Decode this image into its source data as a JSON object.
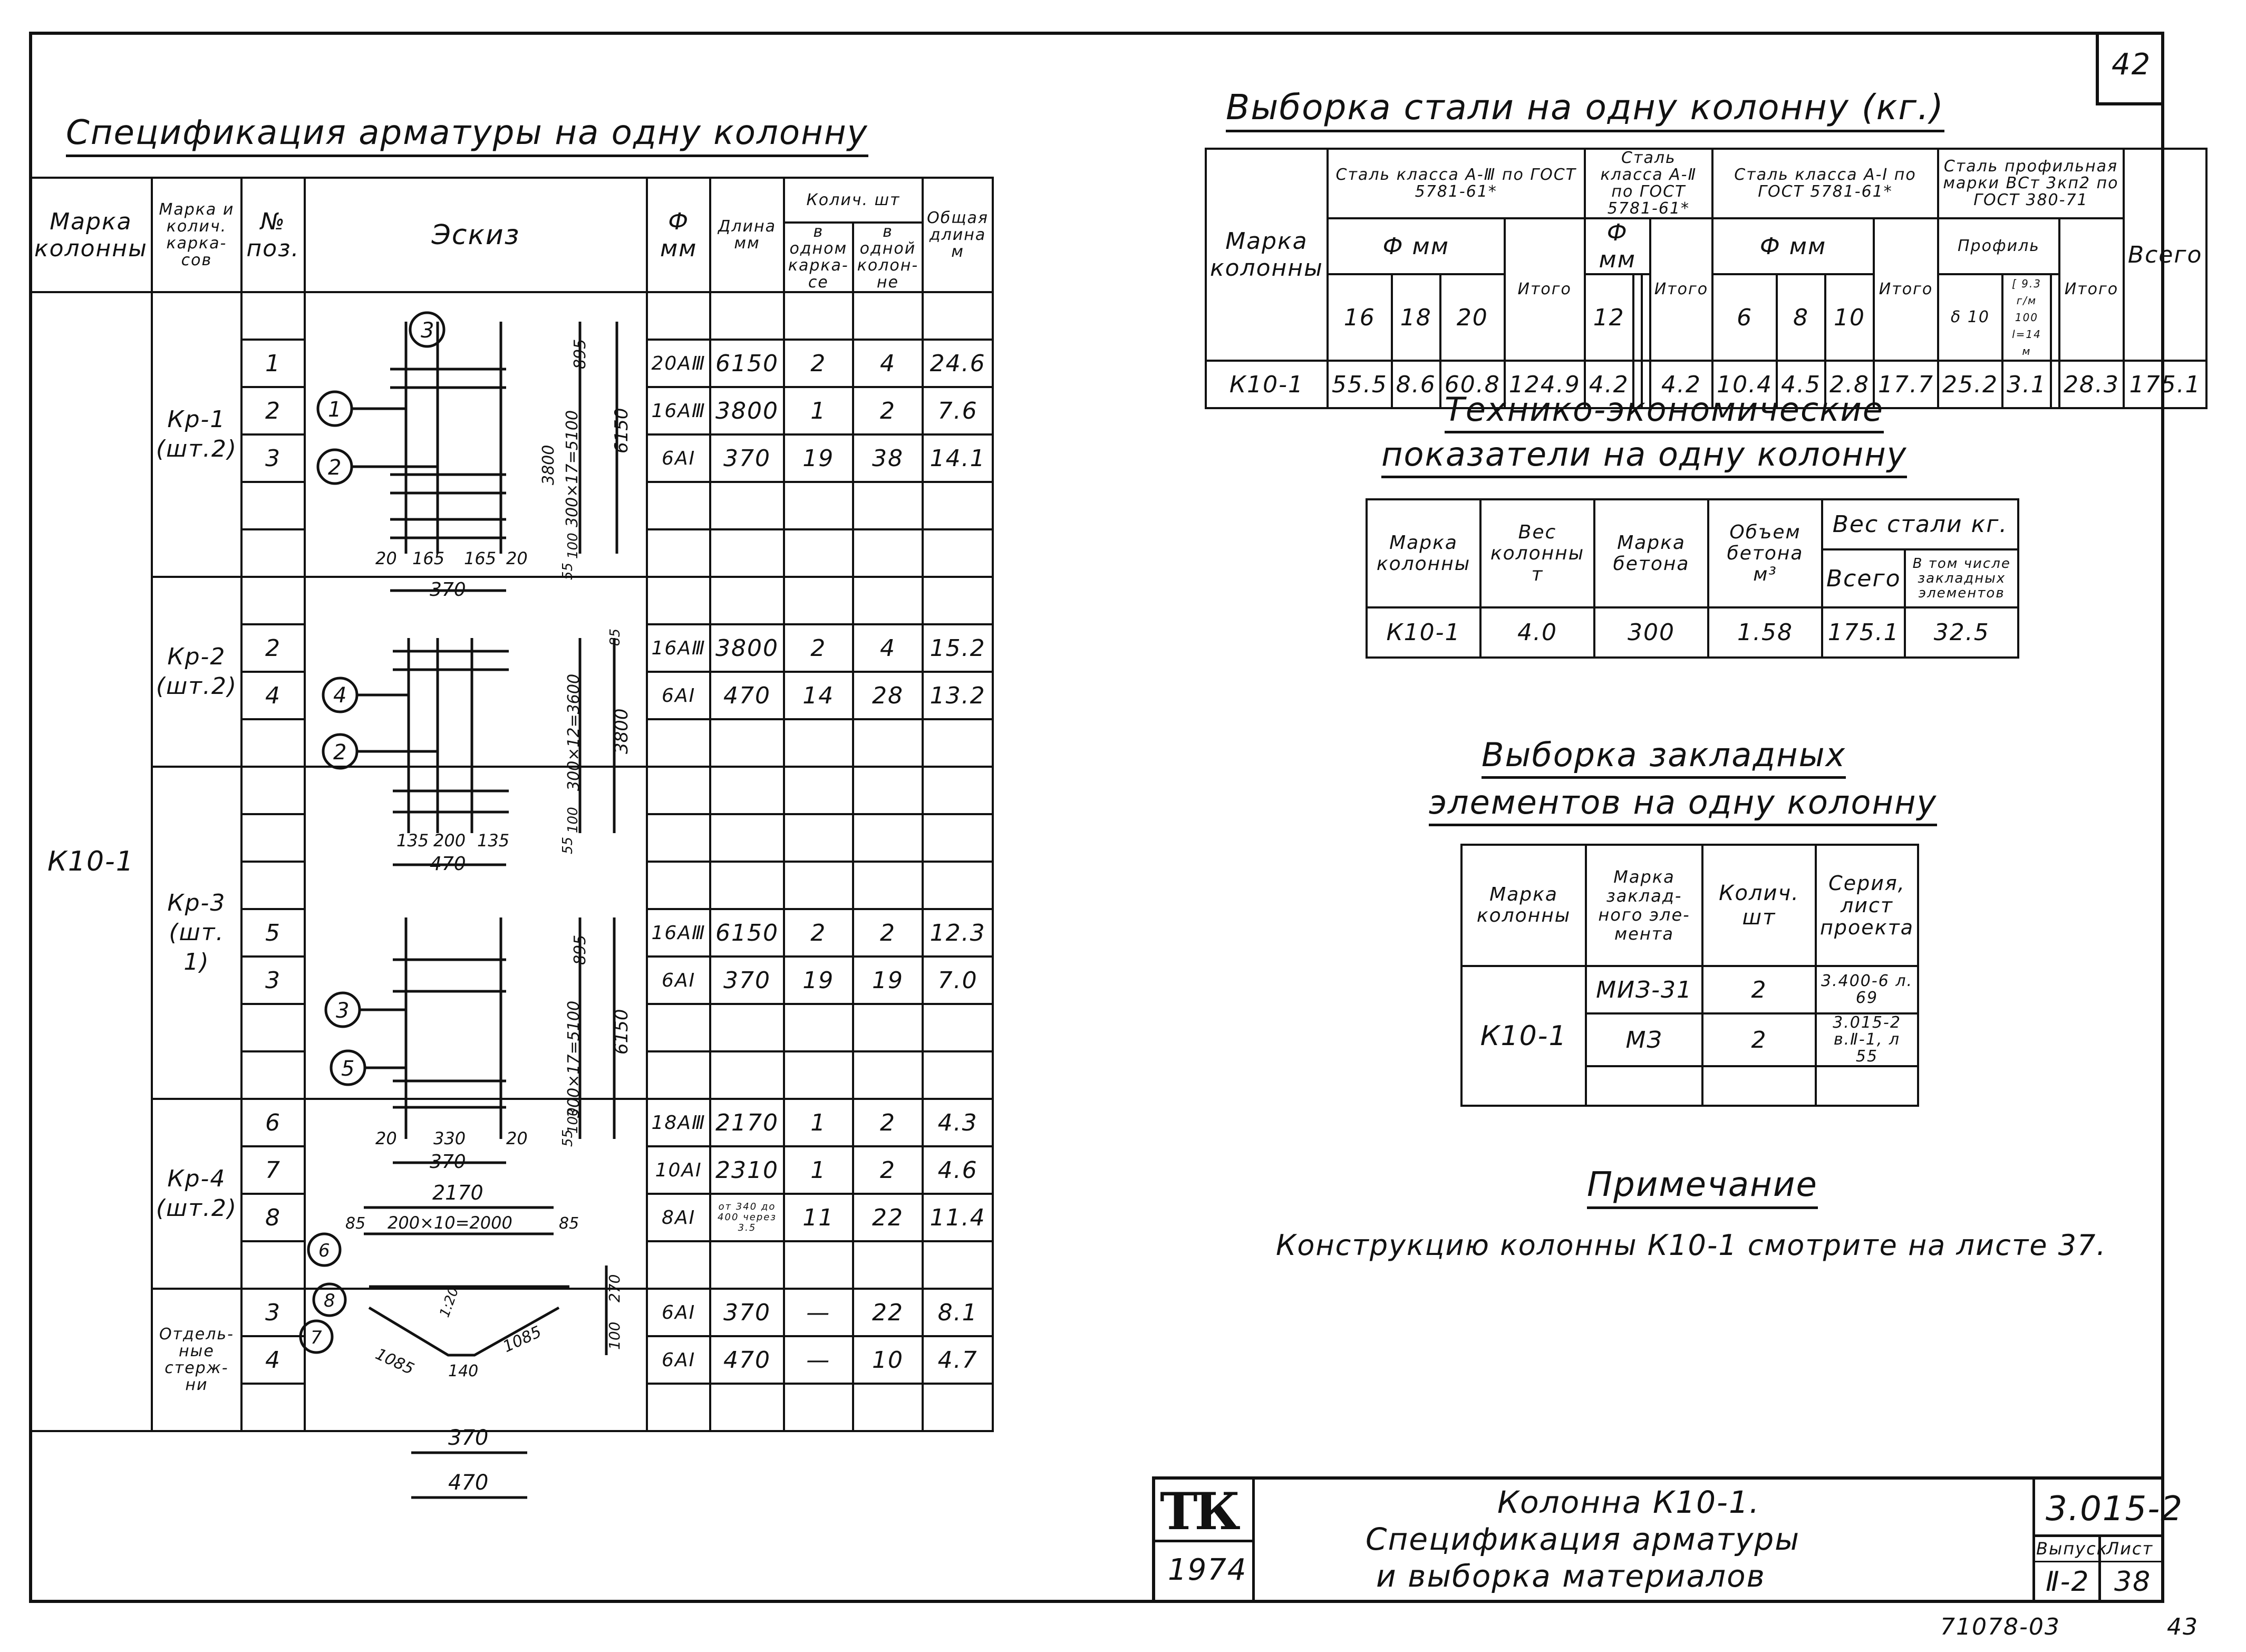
{
  "sheet_corner_number": "42",
  "spec": {
    "title": "Спецификация арматуры на одну колонну",
    "headers": {
      "col_mark": "Марка колонны",
      "frame_mark": "Марка и колич. карка-сов",
      "pos": "№ поз.",
      "sketch": "Эскиз",
      "dia": "Ф мм",
      "length": "Длина мм",
      "qty": "Колич. шт",
      "qty_frame": "в одном карка-се",
      "qty_col": "в одной колон-не",
      "total_len": "Общая длина м"
    },
    "column_mark": "К10-1",
    "groups": [
      {
        "mark": "Кр-1",
        "count": "(шт.2)",
        "rows": [
          {
            "pos": "1",
            "dia": "20AⅢ",
            "len": "6150",
            "q1": "2",
            "q2": "4",
            "tot": "24.6"
          },
          {
            "pos": "2",
            "dia": "16AⅢ",
            "len": "3800",
            "q1": "1",
            "q2": "2",
            "tot": "7.6"
          },
          {
            "pos": "3",
            "dia": "6AⅠ",
            "len": "370",
            "q1": "19",
            "q2": "38",
            "tot": "14.1"
          }
        ]
      },
      {
        "mark": "Кр-2",
        "count": "(шт.2)",
        "rows": [
          {
            "pos": "2",
            "dia": "16AⅢ",
            "len": "3800",
            "q1": "2",
            "q2": "4",
            "tot": "15.2"
          },
          {
            "pos": "4",
            "dia": "6AⅠ",
            "len": "470",
            "q1": "14",
            "q2": "28",
            "tot": "13.2"
          }
        ]
      },
      {
        "mark": "Кр-3",
        "count": "(шт. 1)",
        "rows": [
          {
            "pos": "5",
            "dia": "16AⅢ",
            "len": "6150",
            "q1": "2",
            "q2": "2",
            "tot": "12.3"
          },
          {
            "pos": "3",
            "dia": "6AⅠ",
            "len": "370",
            "q1": "19",
            "q2": "19",
            "tot": "7.0"
          }
        ]
      },
      {
        "mark": "Кр-4",
        "count": "(шт.2)",
        "rows": [
          {
            "pos": "6",
            "dia": "18AⅢ",
            "len": "2170",
            "q1": "1",
            "q2": "2",
            "tot": "4.3"
          },
          {
            "pos": "7",
            "dia": "10AⅠ",
            "len": "2310",
            "q1": "1",
            "q2": "2",
            "tot": "4.6"
          },
          {
            "pos": "8",
            "dia": "8AⅠ",
            "len": "от 340 до 400 через 3.5",
            "q1": "11",
            "q2": "22",
            "tot": "11.4"
          }
        ]
      },
      {
        "mark": "Отдель-ные стерж-ни",
        "count": "",
        "rows": [
          {
            "pos": "3",
            "dia": "6AⅠ",
            "len": "370",
            "q1": "—",
            "q2": "22",
            "tot": "8.1"
          },
          {
            "pos": "4",
            "dia": "6AⅠ",
            "len": "470",
            "q1": "—",
            "q2": "10",
            "tot": "4.7"
          }
        ]
      }
    ],
    "sketch_labels": {
      "kr1": {
        "pos_a": "3",
        "pos_b": "1",
        "pos_c": "2",
        "dim_top": "895",
        "dim_main": "300×17=5100",
        "dim_total": "6150",
        "dim_inner": "3800",
        "dim_bot": "100",
        "dim_55": "55",
        "w1": "20",
        "w2": "165",
        "w3": "165",
        "w4": "20",
        "w_total": "370"
      },
      "kr2": {
        "pos_a": "4",
        "pos_b": "2",
        "dim_top": "85",
        "dim_main": "300×12=3600",
        "dim_total": "3800",
        "dim_bot": "100",
        "dim_55": "55",
        "w1": "135",
        "w2": "200",
        "w3": "135",
        "w_total": "470"
      },
      "kr3": {
        "pos_a": "3",
        "pos_b": "5",
        "dim_top": "895",
        "dim_main": "300×17=5100",
        "dim_total": "6150",
        "dim_bot": "100",
        "dim_55": "55",
        "w1": "20",
        "w2": "330",
        "w3": "20",
        "w_total": "370"
      },
      "kr4": {
        "top": "2170",
        "mid": "200×10=2000",
        "left": "85",
        "right": "85",
        "p6": "6",
        "p8": "8",
        "p7": "7",
        "d1": "1085",
        "d2": "140",
        "d3": "1085",
        "ang": "1:20",
        "h": "100",
        "h2": "270"
      },
      "bar1": "370",
      "bar2": "470"
    }
  },
  "steel": {
    "title": "Выборка стали на одну колонну (кг.)",
    "h_mark": "Марка колонны",
    "g1": "Сталь класса А-Ⅲ по ГОСТ 5781-61*",
    "g2": "Сталь класса А-Ⅱ по ГОСТ 5781-61*",
    "g3": "Сталь класса А-Ⅰ по ГОСТ 5781-61*",
    "g4": "Сталь профильная марки ВСт 3кп2 по ГОСТ 380-71",
    "phi": "Ф мм",
    "profile": "Профиль",
    "itogo": "Итого",
    "vsego": "Всего",
    "g1_d": [
      "16",
      "18",
      "20"
    ],
    "g2_d": [
      "12",
      "",
      ""
    ],
    "g3_d": [
      "6",
      "8",
      "10"
    ],
    "g4_d": [
      "δ 10",
      "[ 9.3 г/м 100 l=14 м",
      ""
    ],
    "row": {
      "mark": "К10-1",
      "a": [
        "55.5",
        "8.6",
        "60.8"
      ],
      "a_t": "124.9",
      "b": [
        "4.2",
        "",
        ""
      ],
      "b_t": "4.2",
      "c": [
        "10.4",
        "4.5",
        "2.8"
      ],
      "c_t": "17.7",
      "d": [
        "25.2",
        "3.1",
        ""
      ],
      "d_t": "28.3",
      "all": "175.1"
    }
  },
  "tech": {
    "title1": "Технико-экономические",
    "title2": "показатели на одну колонну",
    "h": [
      "Марка колонны",
      "Вес колонны т",
      "Марка бетона",
      "Объем бетона м³",
      "Вес стали кг."
    ],
    "h_sub": [
      "Всего",
      "В том числе закладных элементов"
    ],
    "row": [
      "К10-1",
      "4.0",
      "300",
      "1.58",
      "175.1",
      "32.5"
    ]
  },
  "embed": {
    "title1": "Выборка закладных",
    "title2": "элементов на одну колонну",
    "h": [
      "Марка колонны",
      "Марка заклад-ного эле-мента",
      "Колич. шт",
      "Серия, лист проекта"
    ],
    "mark": "К10-1",
    "rows": [
      {
        "el": "МИЗ-31",
        "q": "2",
        "s": "3.400-6 л. 69"
      },
      {
        "el": "МЗ",
        "q": "2",
        "s": "3.015-2 в.Ⅱ-1, л 55"
      }
    ]
  },
  "note": {
    "title": "Примечание",
    "text": "Конструкцию колонны К10-1 смотрите на листе 37."
  },
  "stamp": {
    "logo": "ТК",
    "year": "1974",
    "line1": "Колонна К10-1.",
    "line2": "Спецификация арматуры",
    "line3": "и выборка материалов",
    "series": "3.015-2",
    "issue_label": "Выпуск",
    "issue": "Ⅱ-2",
    "sheet_label": "Лист",
    "sheet": "38"
  },
  "footer": {
    "code": "71078-03",
    "page": "43"
  }
}
